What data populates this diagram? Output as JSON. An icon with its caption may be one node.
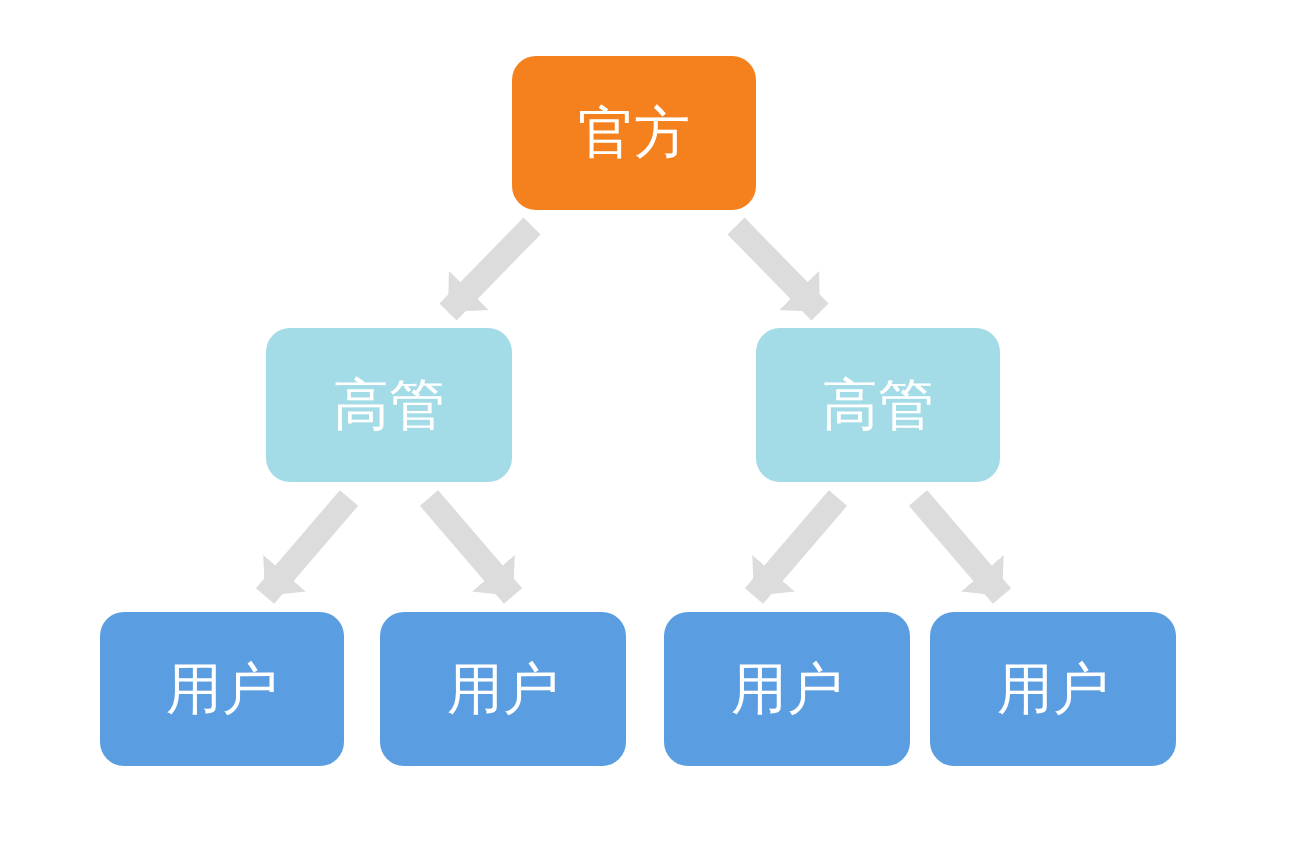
{
  "diagram": {
    "nodes": [
      {
        "text": [
          "官方"
        ]
      },
      {
        "text": [
          "高管"
        ]
      },
      {
        "text": [
          "高管"
        ]
      },
      {
        "text": [
          "用户"
        ]
      },
      {
        "text": [
          "用户"
        ]
      },
      {
        "text": [
          "用户"
        ]
      },
      {
        "text": [
          "用户"
        ]
      }
    ],
    "edges": [
      {
        "from": 0,
        "to": 1,
        "arrow": "to"
      },
      {
        "from": 0,
        "to": 2,
        "arrow": "to"
      },
      {
        "from": 1,
        "to": 3,
        "arrow": "to"
      },
      {
        "from": 1,
        "to": 4,
        "arrow": "to"
      },
      {
        "from": 2,
        "to": 5,
        "arrow": "to"
      },
      {
        "from": 2,
        "to": 6,
        "arrow": "to"
      }
    ]
  }
}
